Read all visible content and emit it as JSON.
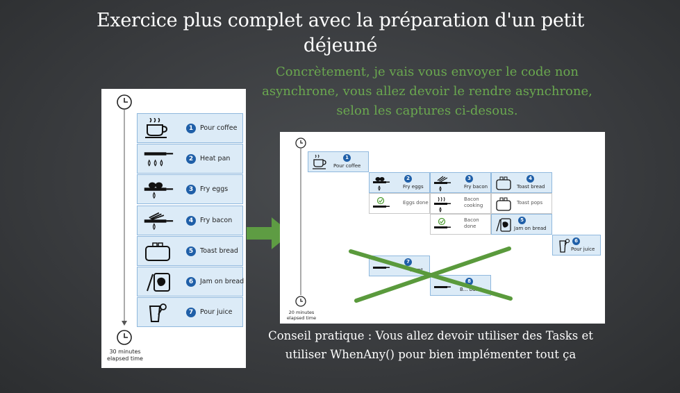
{
  "slide": {
    "title": "Exercice plus complet avec la préparation d'un petit déjeuné",
    "subtitle": "Concrètement, je vais vous envoyer le code non asynchrone, vous allez devoir le rendre asynchrone, selon les captures ci-desous.",
    "tip": "Conseil pratique : Vous allez devoir utiliser des Tasks et utiliser WhenAny() pour bien implémenter tout ça"
  },
  "left_diagram": {
    "steps": [
      {
        "num": "1",
        "label": "Pour coffee"
      },
      {
        "num": "2",
        "label": "Heat pan"
      },
      {
        "num": "3",
        "label": "Fry eggs"
      },
      {
        "num": "4",
        "label": "Fry bacon"
      },
      {
        "num": "5",
        "label": "Toast bread"
      },
      {
        "num": "6",
        "label": "Jam on bread"
      },
      {
        "num": "7",
        "label": "Pour juice"
      }
    ],
    "elapsed_line1": "30 minutes",
    "elapsed_line2": "elapsed time"
  },
  "right_diagram": {
    "steps": [
      {
        "num": "1",
        "label": "Pour coffee"
      },
      {
        "num": "2",
        "label": "Fry eggs"
      },
      {
        "num": "3",
        "label": "Fry bacon"
      },
      {
        "num": "4",
        "label": "Toast bread"
      },
      {
        "num": "5",
        "label": "Jam on bread"
      },
      {
        "num": "6",
        "label": "Pour juice"
      },
      {
        "num": "7",
        "label": "burnt"
      },
      {
        "num": "8",
        "label": "B... burnt"
      }
    ],
    "states": {
      "eggs_done": "Eggs done",
      "bacon_cooking_1": "Bacon",
      "bacon_cooking_2": "cooking",
      "toast_pops": "Toast pops",
      "bacon_done_1": "Bacon",
      "bacon_done_2": "done"
    },
    "elapsed_line1": "20 minutes",
    "elapsed_line2": "elapsed time"
  },
  "colors": {
    "step_fill": "#dcebf7",
    "step_border": "#8fb8dd",
    "badge": "#1f5fa8",
    "accent_green": "#6aa84f",
    "cross_green": "#5a9a3c"
  }
}
